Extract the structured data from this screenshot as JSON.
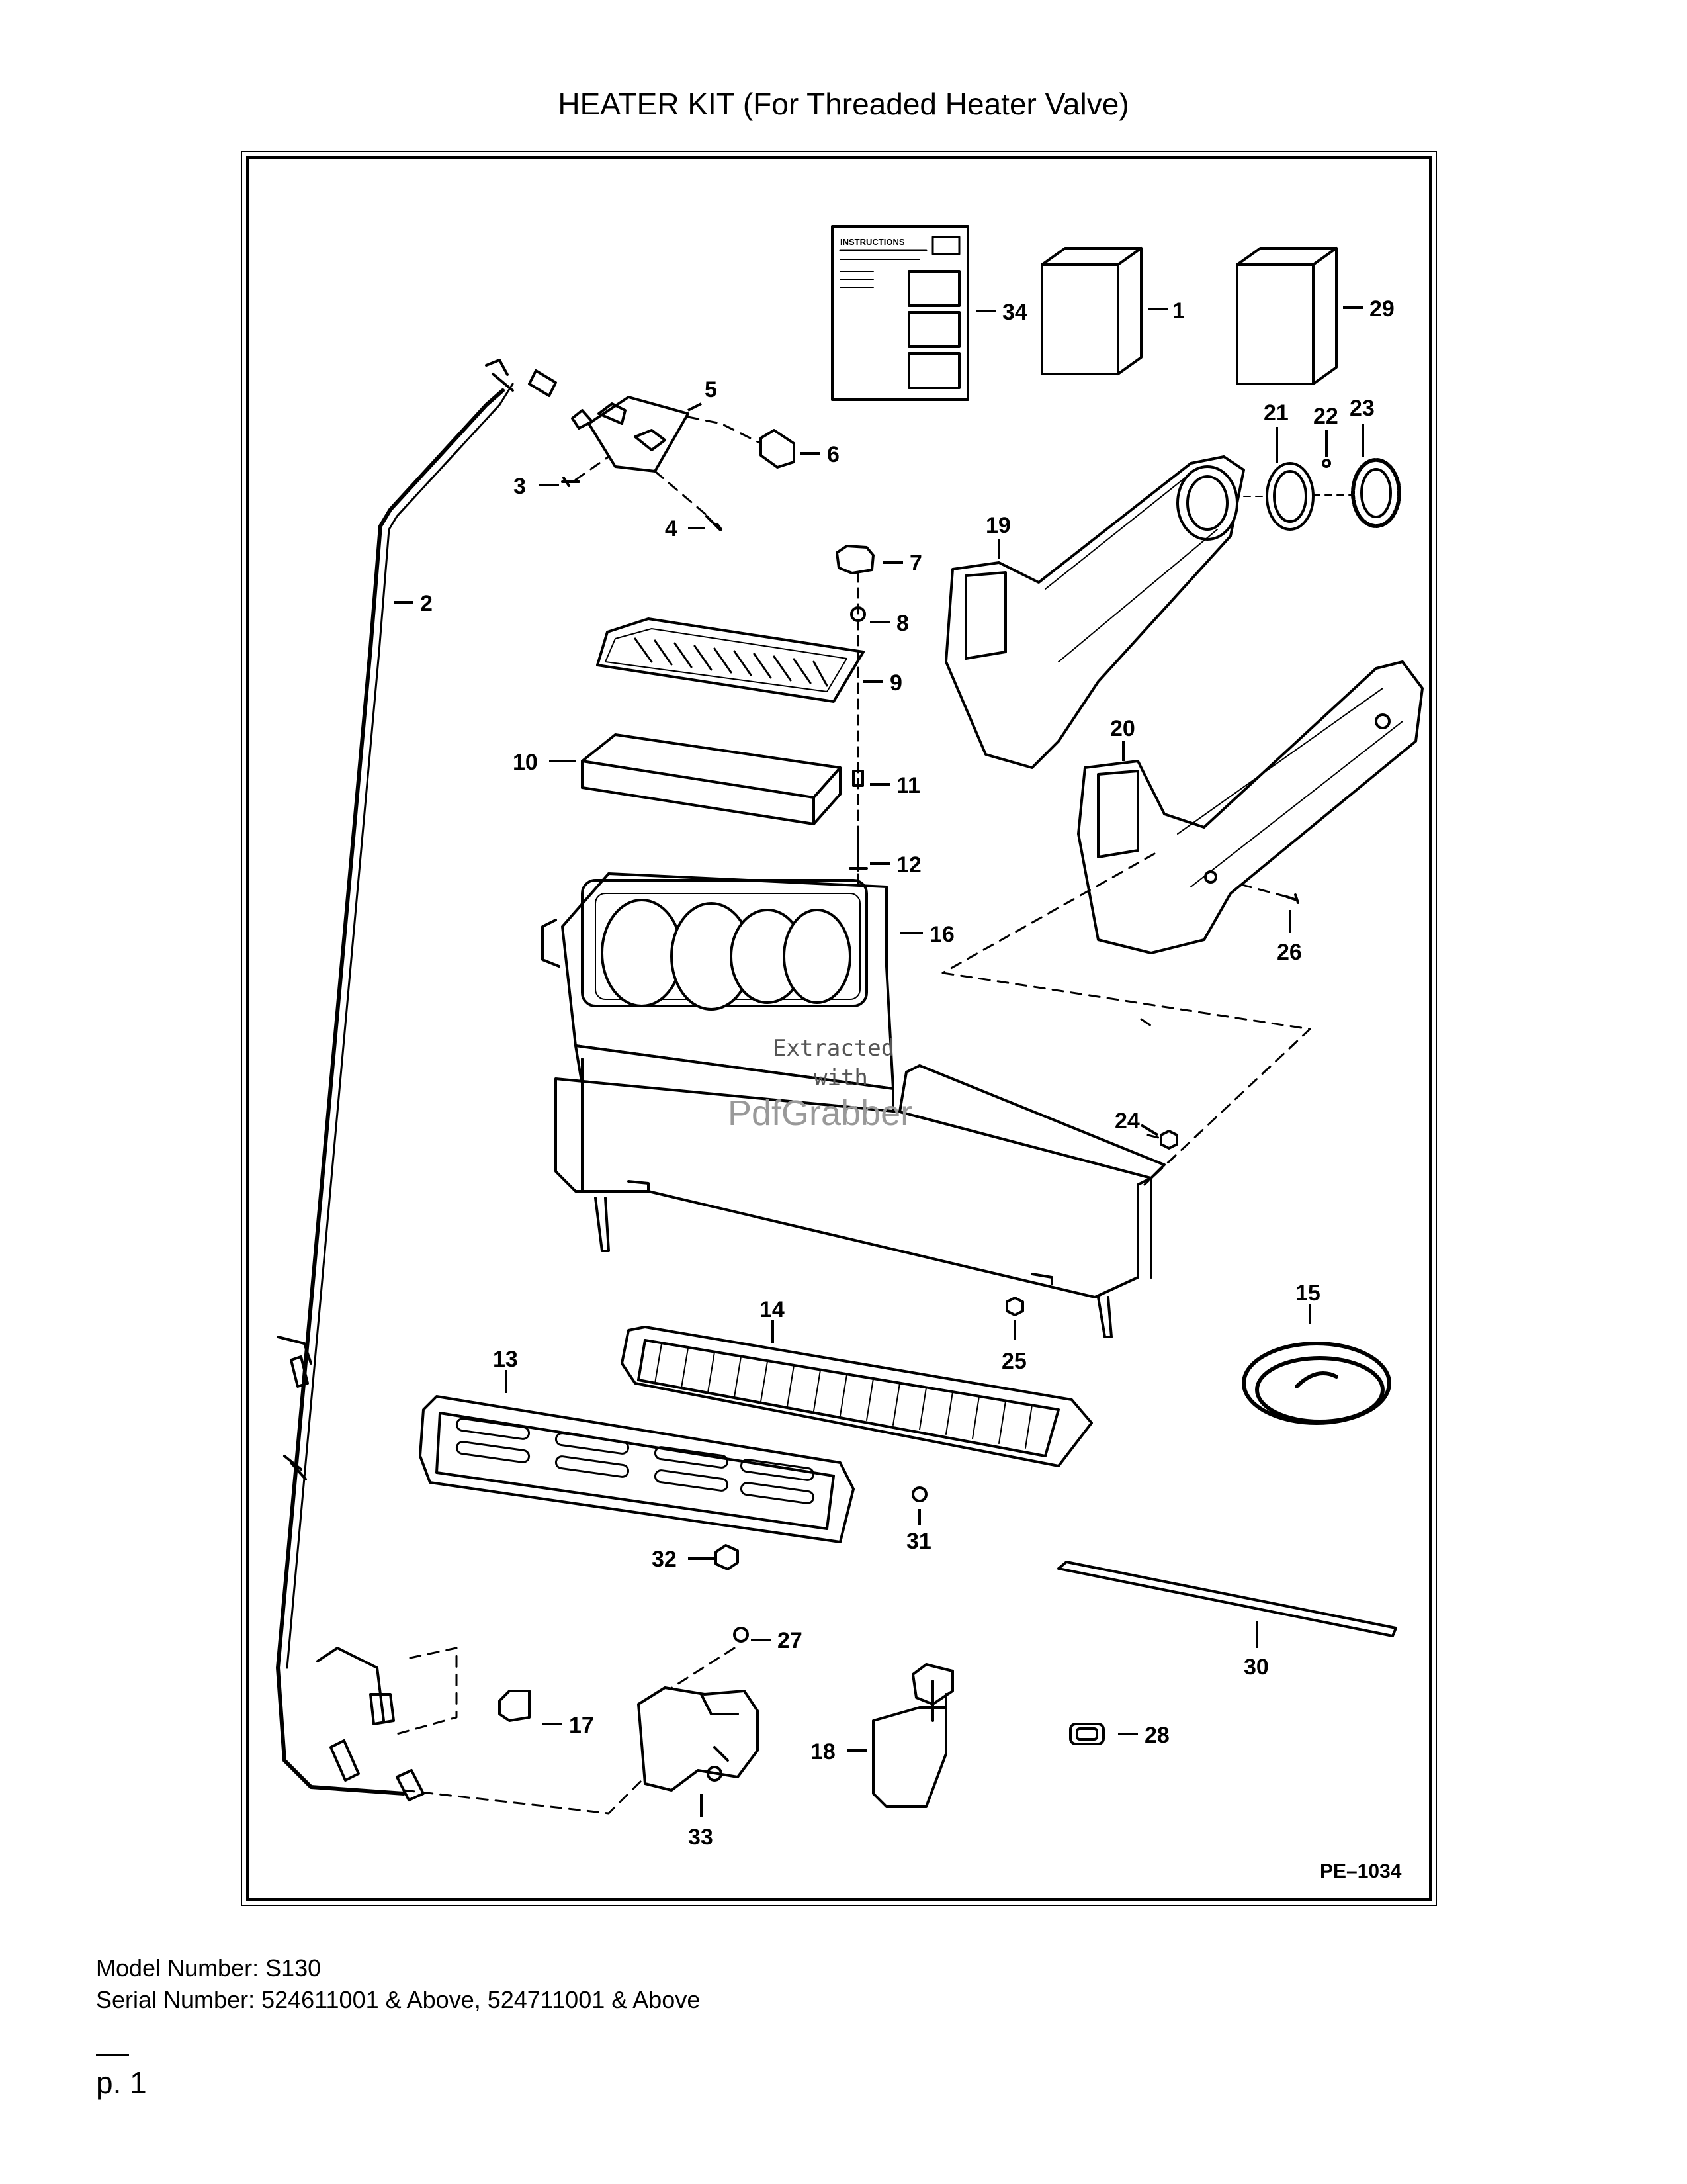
{
  "title": "HEATER KIT (For Threaded Heater Valve)",
  "drawing_number": "PE–1034",
  "instructions_label": "INSTRUCTIONS",
  "watermark": {
    "line1": "Extracted",
    "line2": "with",
    "line3": "PdfGrabber"
  },
  "callouts": {
    "c1": "1",
    "c2": "2",
    "c3": "3",
    "c4": "4",
    "c5": "5",
    "c6": "6",
    "c7": "7",
    "c8": "8",
    "c9": "9",
    "c10": "10",
    "c11": "11",
    "c12": "12",
    "c13": "13",
    "c14": "14",
    "c15": "15",
    "c16": "16",
    "c17": "17",
    "c18": "18",
    "c19": "19",
    "c20": "20",
    "c21": "21",
    "c22": "22",
    "c23": "23",
    "c24": "24",
    "c25": "25",
    "c26": "26",
    "c27": "27",
    "c28": "28",
    "c29": "29",
    "c30": "30",
    "c31": "31",
    "c32": "32",
    "c33": "33",
    "c34": "34"
  },
  "footer": {
    "model": "Model Number: S130",
    "serial": "Serial Number: 524611001 & Above, 524711001 & Above"
  },
  "page": "p. 1"
}
